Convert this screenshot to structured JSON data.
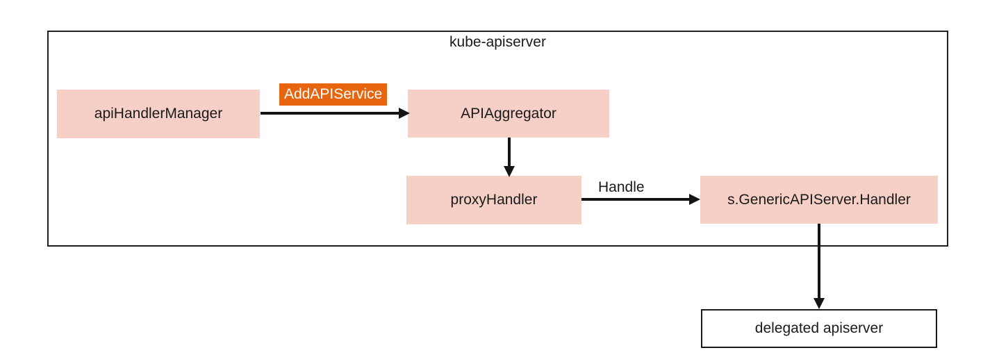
{
  "diagram": {
    "title": "kube-apiserver",
    "nodes": {
      "api_handler_manager": "apiHandlerManager",
      "api_aggregator": "APIAggregator",
      "proxy_handler": "proxyHandler",
      "generic_apiserver_handler": "s.GenericAPIServer.Handler",
      "delegated_apiserver": "delegated apiserver"
    },
    "edges": {
      "add_api_service": "AddAPIService",
      "handle": "Handle"
    },
    "colors": {
      "node_fill": "#f6d0c6",
      "edge_label_bg": "#e8650f",
      "edge_label_text": "#ffffff",
      "line": "#141414",
      "boundary_border": "#1f1f1f",
      "text": "#1a1a1a"
    }
  }
}
